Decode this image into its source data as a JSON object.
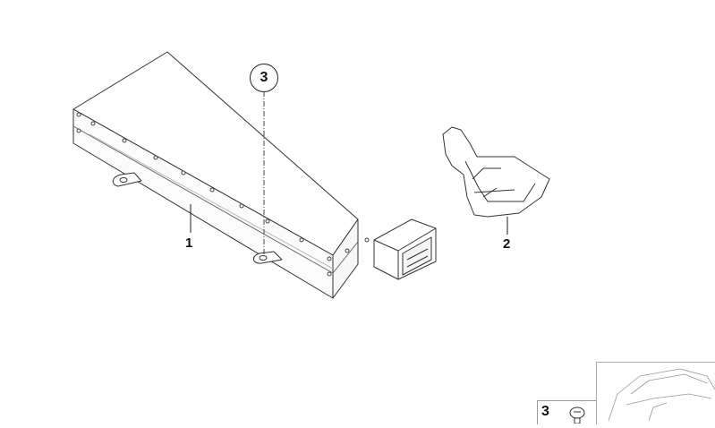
{
  "diagram": {
    "type": "exploded parts diagram",
    "parts": [
      {
        "id": "1",
        "label": "1",
        "description": "control unit module (rectangular box with connector)"
      },
      {
        "id": "2",
        "label": "2",
        "description": "bracket / holder"
      },
      {
        "id": "3",
        "label": "3",
        "description": "screw (mounting)"
      }
    ],
    "callouts": [
      {
        "label": "3",
        "style": "circled"
      }
    ],
    "legend": {
      "item_number": "3",
      "icon": "screw-icon"
    },
    "thumbnail": {
      "icon": "car-outline-icon"
    },
    "colors": {
      "line": "#333333",
      "background": "#ffffff"
    }
  }
}
